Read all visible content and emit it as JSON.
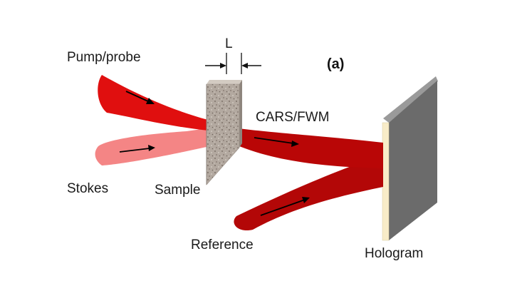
{
  "labels": {
    "pump_probe": "Pump/probe",
    "stokes": "Stokes",
    "sample": "Sample",
    "length": "L",
    "panel": "(a)",
    "signal": "CARS/FWM",
    "reference": "Reference",
    "hologram": "Hologram"
  },
  "colors": {
    "pump_beam": "#e00f0f",
    "stokes_beam": "#f48585",
    "signal_beam": "#b90606",
    "reference_beam": "#b30707",
    "hologram_plate": "#6b6b6b",
    "hologram_face": "#f8ecc8",
    "sample": "#b0a69e"
  },
  "icons": [
    "arrow-icon",
    "dimension-arrow-icon"
  ]
}
